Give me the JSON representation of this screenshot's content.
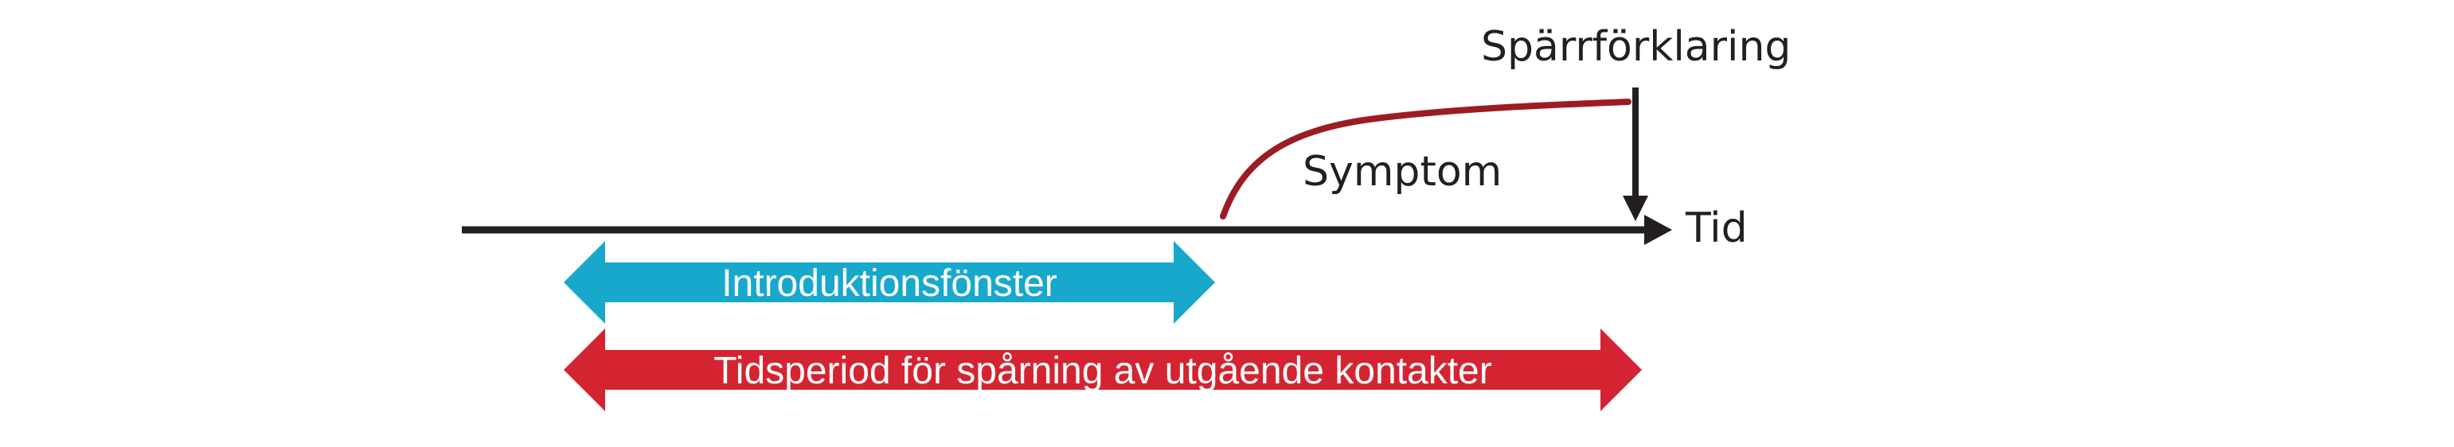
{
  "diagram": {
    "labels": {
      "lockdown": "Spärrförklaring",
      "symptom": "Symptom",
      "time": "Tid",
      "intro_window": "Introduktionsfönster",
      "tracing_period": "Tidsperiod för spårning av utgående kontakter"
    },
    "colors": {
      "axis": "#231f20",
      "symptom_curve": "#9c1c24",
      "intro_arrow": "#17a8cb",
      "tracing_arrow": "#d42431",
      "arrow_text": "#ffffff"
    }
  }
}
